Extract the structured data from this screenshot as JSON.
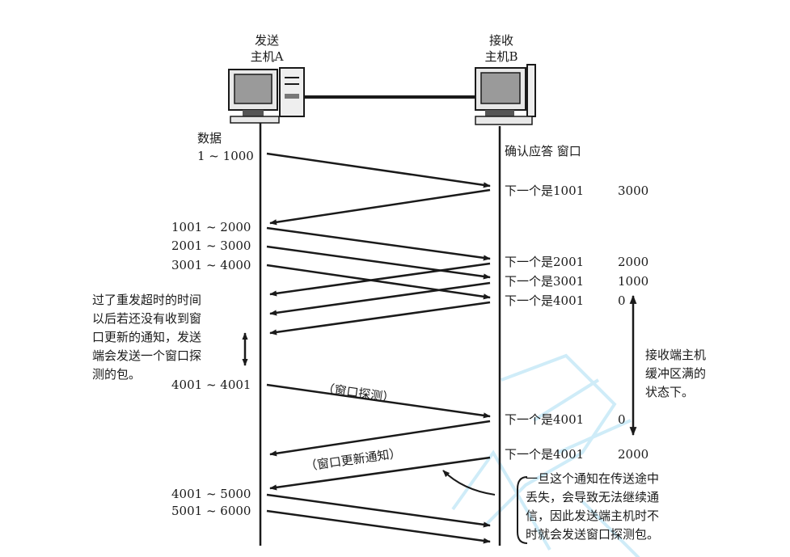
{
  "hosts": {
    "sender": {
      "line1": "发送",
      "line2": "主机A"
    },
    "receiver": {
      "line1": "接收",
      "line2": "主机B"
    }
  },
  "sender_column_title": {
    "line1": "数据",
    "line2": "1 ~ 1000"
  },
  "receiver_column_title": "确认应答 窗口",
  "sender_segments": [
    "1001 ~ 2000",
    "2001 ~ 3000",
    "3001 ~ 4000",
    "4001 ~ 4001",
    "4001 ~ 5000",
    "5001 ~ 6000"
  ],
  "acks": [
    {
      "text": "下一个是1001",
      "window": "3000"
    },
    {
      "text": "下一个是2001",
      "window": "2000"
    },
    {
      "text": "下一个是3001",
      "window": "1000"
    },
    {
      "text": "下一个是4001",
      "window": "0"
    },
    {
      "text": "下一个是4001",
      "window": "0"
    },
    {
      "text": "下一个是4001",
      "window": "2000"
    }
  ],
  "probe_label": "（窗口探测）",
  "update_label": "（窗口更新通知）",
  "left_note": [
    "过了重发超时的时间",
    "以后若还没有收到窗",
    "口更新的通知，发送",
    "端会发送一个窗口探",
    "测的包。"
  ],
  "right_note": [
    "接收端主机",
    "缓冲区满的",
    "状态下。"
  ],
  "bottom_note": [
    "一旦这个通知在传送途中",
    "丢失，会导致无法继续通",
    "信，因此发送端主机时不",
    "时就会发送窗口探测包。"
  ],
  "colors": {
    "ink": "#1a1a1a",
    "watermark": "#b9e4f5"
  }
}
